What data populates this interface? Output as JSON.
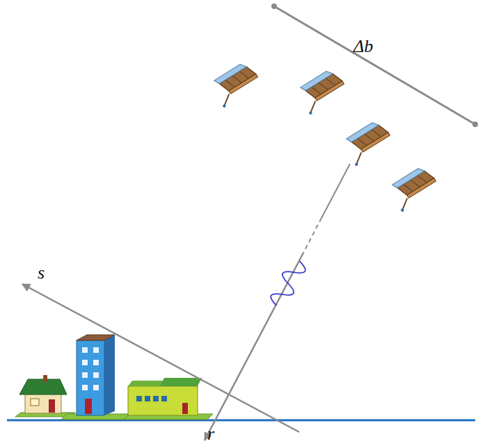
{
  "diagram": {
    "labels": [
      "Δb",
      "s",
      "r"
    ]
  }
}
